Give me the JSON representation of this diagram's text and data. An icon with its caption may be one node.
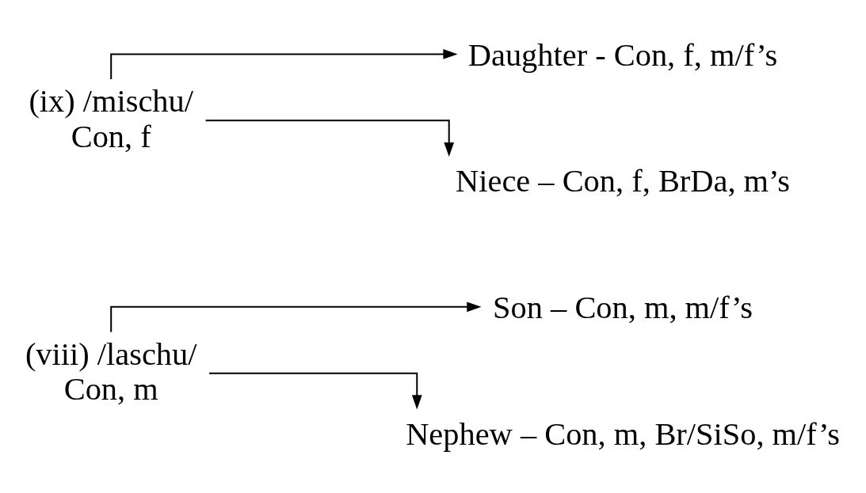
{
  "diagram": {
    "nodes": [
      {
        "text": [
          "(viii) /laschu/",
          "Con, m"
        ]
      },
      {
        "text": [
          "Son – Con, m, m/f’s"
        ]
      },
      {
        "text": [
          "Nephew – Con, m, Br/SiSo, m/f’s"
        ]
      },
      {
        "text": [
          "(ix) /mischu/",
          "Con, f"
        ]
      },
      {
        "text": [
          "Daughter - Con, f, m/f’s"
        ]
      },
      {
        "text": [
          "Niece – Con, f, BrDa, m’s"
        ]
      }
    ],
    "edges": [
      {
        "from": 0,
        "to": 1,
        "arrow": "to"
      },
      {
        "from": 0,
        "to": 2,
        "arrow": "to"
      },
      {
        "from": 3,
        "to": 4,
        "arrow": "to"
      },
      {
        "from": 3,
        "to": 5,
        "arrow": "to"
      }
    ]
  }
}
